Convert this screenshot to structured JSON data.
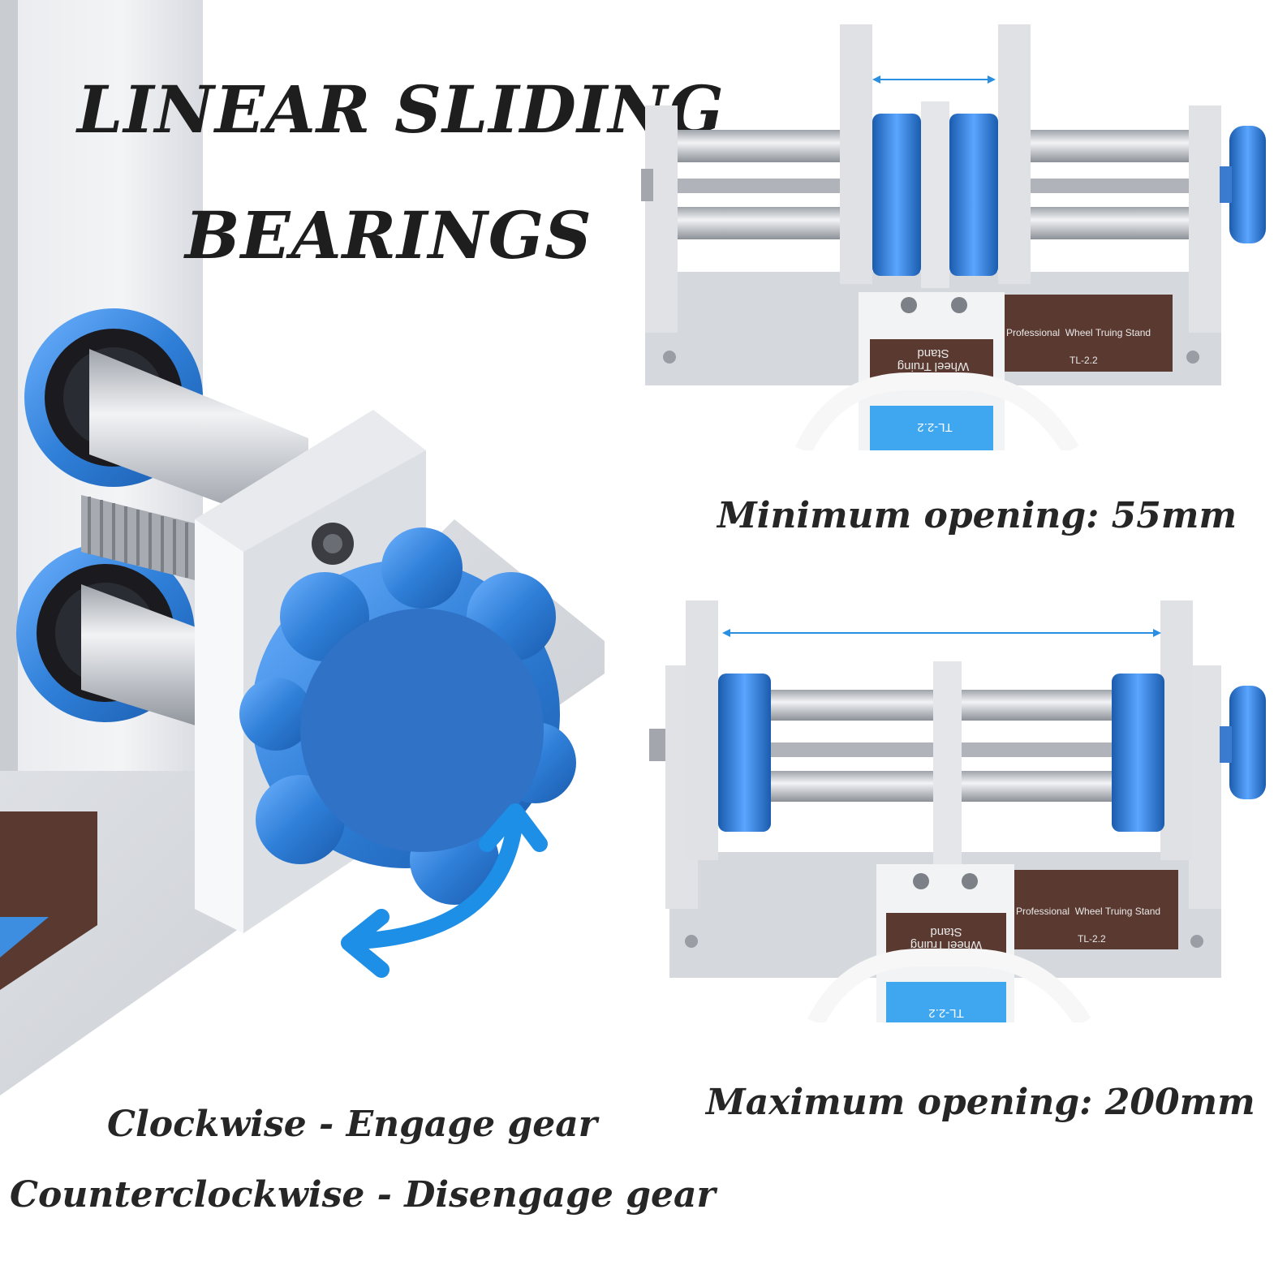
{
  "title": {
    "line1": "LINEAR SLIDING",
    "line2": "BEARINGS"
  },
  "captions": {
    "min_opening": "Minimum opening: 55mm",
    "max_opening": "Maximum opening: 200mm",
    "clockwise": "Clockwise - Engage gear",
    "counterclockwise": "Counterclockwise - Disengage gear"
  },
  "product": {
    "plate_label": "Professional  Wheel Truing Stand",
    "model": "TL-2.2",
    "arm_label_line1": "Wheel Truing",
    "arm_label_line2": "Stand",
    "arm_model": "TL-2.2"
  },
  "colors": {
    "accent_blue": "#2f7fd8",
    "arrow_blue": "#1e8fe6",
    "aluminum": "#d4d6da",
    "brown_plate": "#5a3a30"
  }
}
